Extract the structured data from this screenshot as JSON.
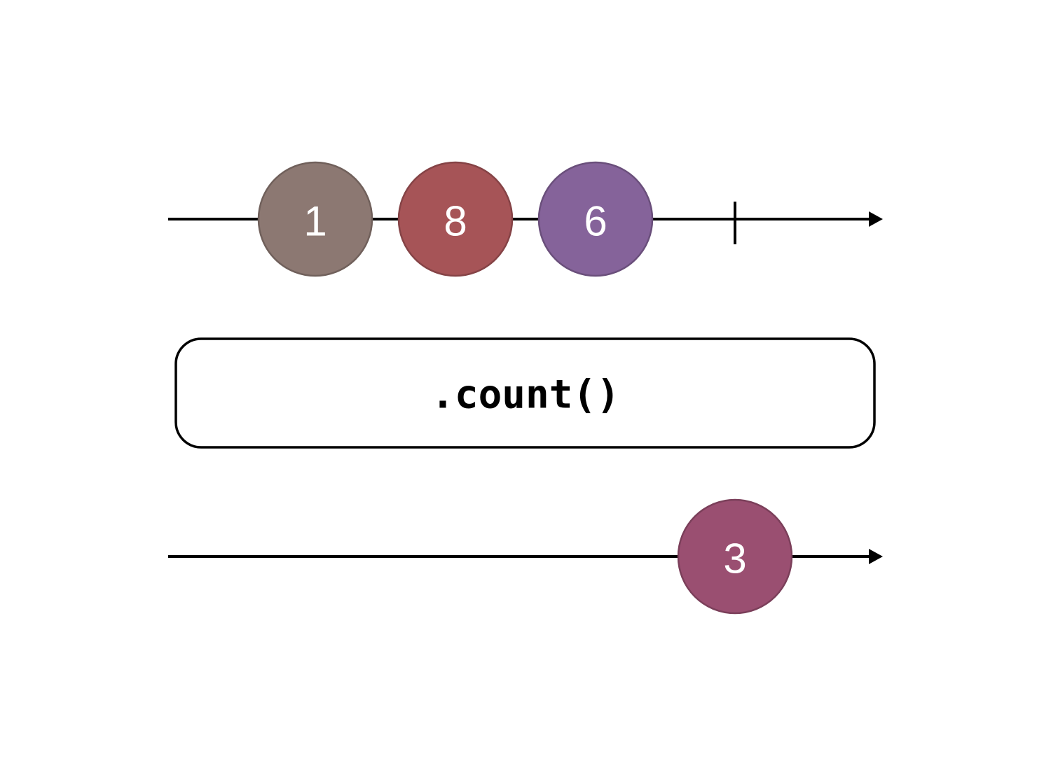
{
  "input_stream": {
    "marbles": [
      {
        "value": "1",
        "color": "#8c7872"
      },
      {
        "value": "8",
        "color": "#a65457"
      },
      {
        "value": "6",
        "color": "#85639a"
      }
    ],
    "completes": true
  },
  "operator": {
    "label": ".count()"
  },
  "output_stream": {
    "marbles": [
      {
        "value": "3",
        "color": "#9a4f71"
      }
    ],
    "completes_with_value": true
  },
  "colors": {
    "line": "#000000",
    "box_border": "#000000",
    "background": "#ffffff"
  }
}
